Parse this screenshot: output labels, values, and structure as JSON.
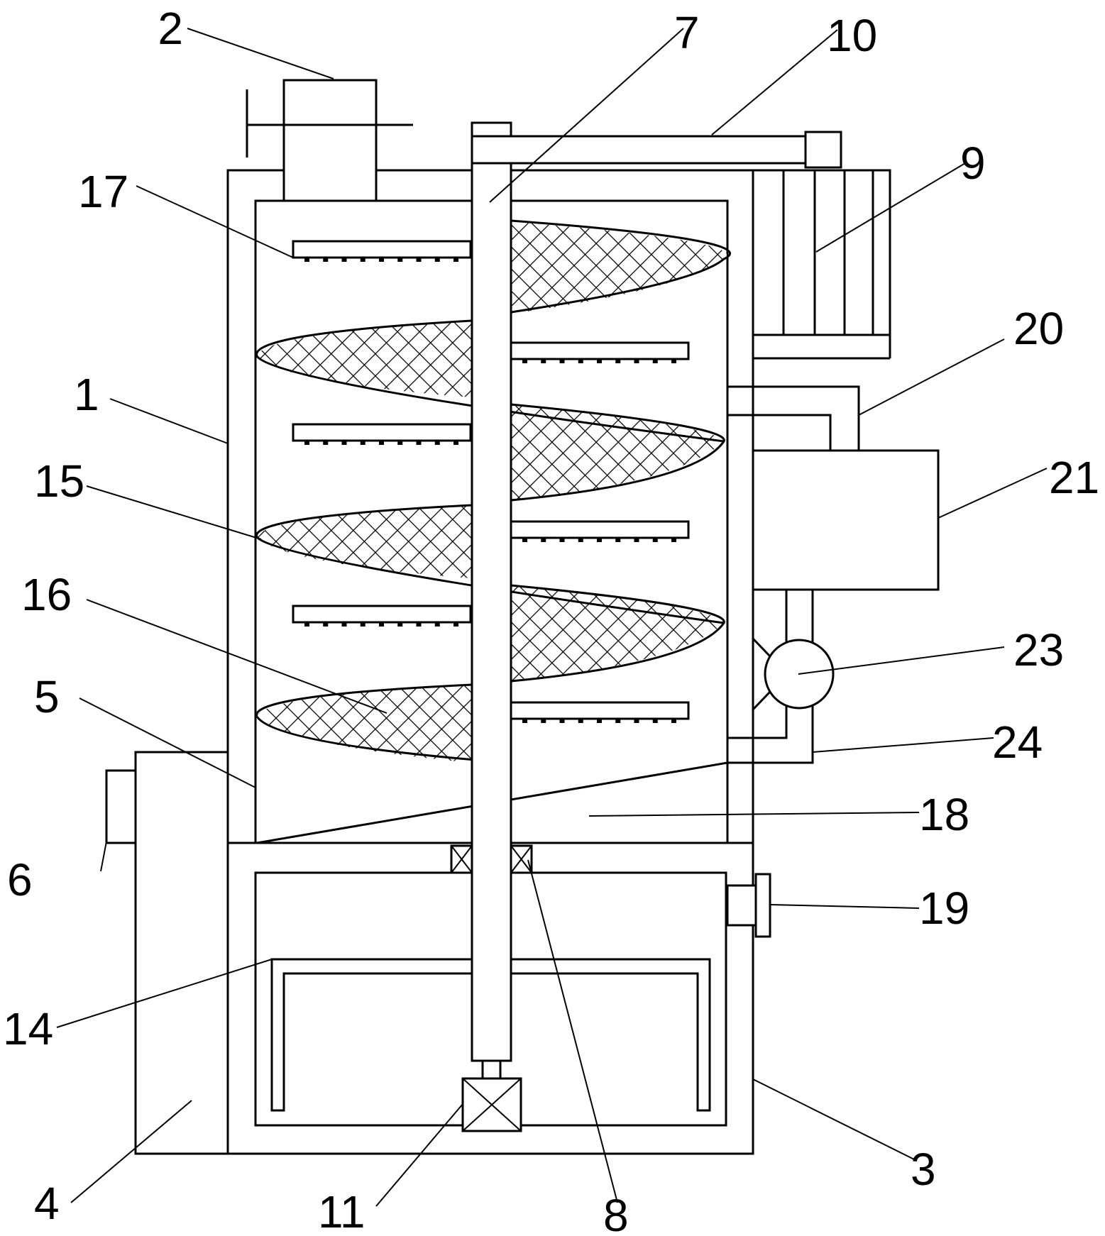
{
  "labels": {
    "l1": "1",
    "l2": "2",
    "l3": "3",
    "l4": "4",
    "l5": "5",
    "l6": "6",
    "l7": "7",
    "l8": "8",
    "l9": "9",
    "l10": "10",
    "l11": "11",
    "l14": "14",
    "l15": "15",
    "l16": "16",
    "l17": "17",
    "l18": "18",
    "l19": "19",
    "l20": "20",
    "l21": "21",
    "l23": "23",
    "l24": "24"
  }
}
